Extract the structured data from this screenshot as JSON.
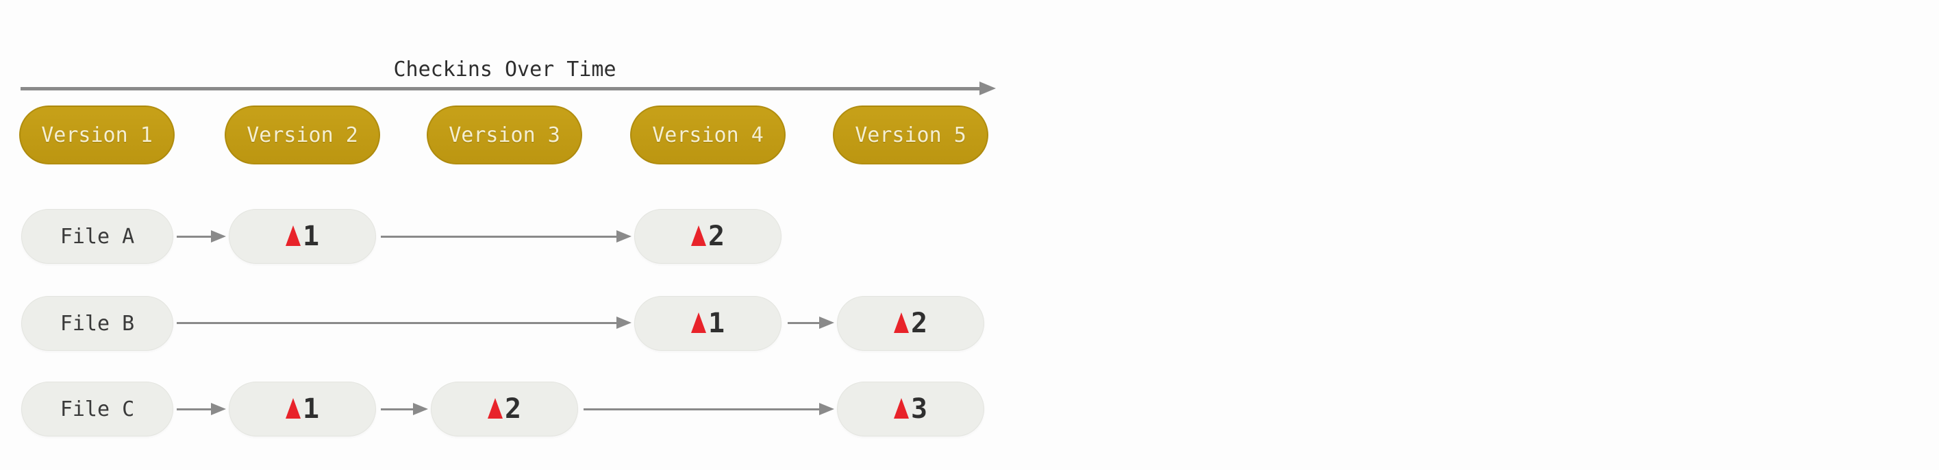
{
  "diagram": {
    "title": "Checkins Over Time",
    "versions": [
      {
        "label": "Version 1"
      },
      {
        "label": "Version 2"
      },
      {
        "label": "Version 3"
      },
      {
        "label": "Version 4"
      },
      {
        "label": "Version 5"
      }
    ],
    "rows": [
      {
        "label": "File A",
        "deltas": [
          {
            "icon": "red-triangle",
            "num": "1"
          },
          {
            "icon": "red-triangle",
            "num": "2"
          }
        ]
      },
      {
        "label": "File B",
        "deltas": [
          {
            "icon": "red-triangle",
            "num": "1"
          },
          {
            "icon": "red-triangle",
            "num": "2"
          }
        ]
      },
      {
        "label": "File C",
        "deltas": [
          {
            "icon": "red-triangle",
            "num": "1"
          },
          {
            "icon": "red-triangle",
            "num": "2"
          },
          {
            "icon": "red-triangle",
            "num": "3"
          }
        ]
      }
    ],
    "colors": {
      "version_pill_gold": "#C19B15",
      "version_pill_text": "#F5EFD2",
      "file_pill_grey": "#EDEEEA",
      "delta_triangle_red": "#E8232A",
      "arrow_grey": "#8A8A8A",
      "title_text": "#2E2E2E",
      "label_text": "#3A3A3A",
      "delta_number_text": "#2F2F2F",
      "background": "#FDFDFD"
    }
  }
}
